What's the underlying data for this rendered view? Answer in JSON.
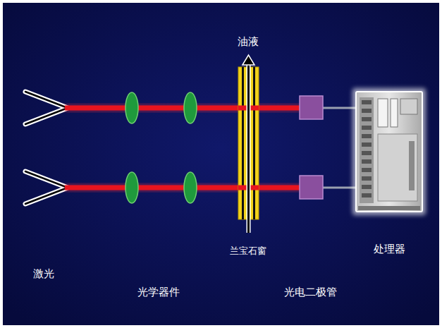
{
  "diagram": {
    "labels": [
      "油液",
      "兰宝石窗",
      "处理器",
      "激光",
      "光学器件",
      "光电二极管"
    ]
  }
}
